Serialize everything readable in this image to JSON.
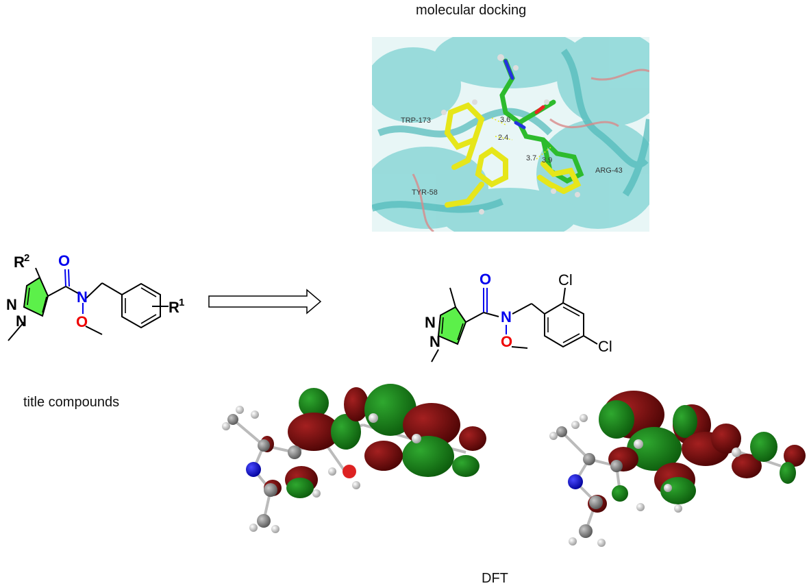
{
  "captions": {
    "docking": "molecular docking",
    "title_compounds": "title compounds",
    "dft": "DFT"
  },
  "docking": {
    "residues": {
      "trp": "TRP-173",
      "tyr": "TYR-58",
      "arg": "ARG-43"
    },
    "distances": {
      "d1": "3.6",
      "d2": "2.4",
      "d3": "3.7",
      "d4": "3.9"
    }
  },
  "general_structure": {
    "atoms": {
      "n1": "N",
      "n2": "N",
      "carbonyl_o": "O",
      "amide_n": "N",
      "methoxy_o": "O"
    },
    "substituents": {
      "r2_base": "R",
      "r2_sup": "2",
      "r1_base": "R",
      "r1_sup": "1"
    }
  },
  "example_compound": {
    "atoms": {
      "n1": "N",
      "n2": "N",
      "carbonyl_o": "O",
      "amide_n": "N",
      "methoxy_o": "O",
      "cl1": "Cl",
      "cl2": "Cl"
    }
  },
  "colors": {
    "pyrazole_fill": "#5cf04a",
    "heteroatom_n": "#0000ee",
    "heteroatom_o": "#ee0000",
    "orbital_green": "#1a8a1a",
    "orbital_red": "#7a0e0e",
    "protein_cyan": "#7fd3d3"
  }
}
